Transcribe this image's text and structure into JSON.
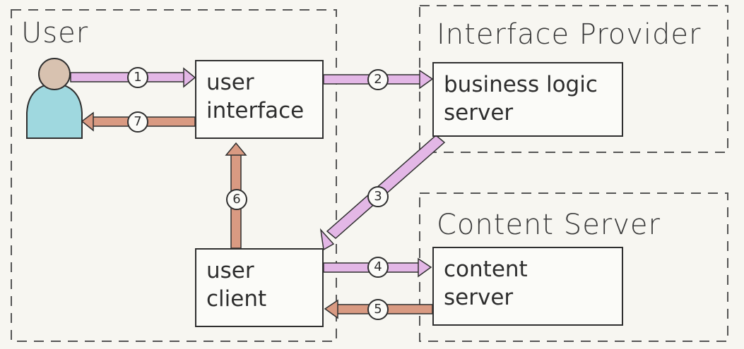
{
  "regions": {
    "user": "User",
    "provider": "Interface Provider",
    "content": "Content Server"
  },
  "boxes": {
    "user_interface": "user\ninterface",
    "business_logic": "business logic\nserver",
    "user_client": "user\nclient",
    "content_server": "content\nserver"
  },
  "steps": [
    "1",
    "2",
    "3",
    "4",
    "5",
    "6",
    "7"
  ],
  "colors": {
    "request_arrow": "#e3b7e6",
    "response_arrow": "#d99a82",
    "person_head": "#d8c2b0",
    "person_body": "#9fd8df",
    "outline": "#2f2f2f"
  }
}
